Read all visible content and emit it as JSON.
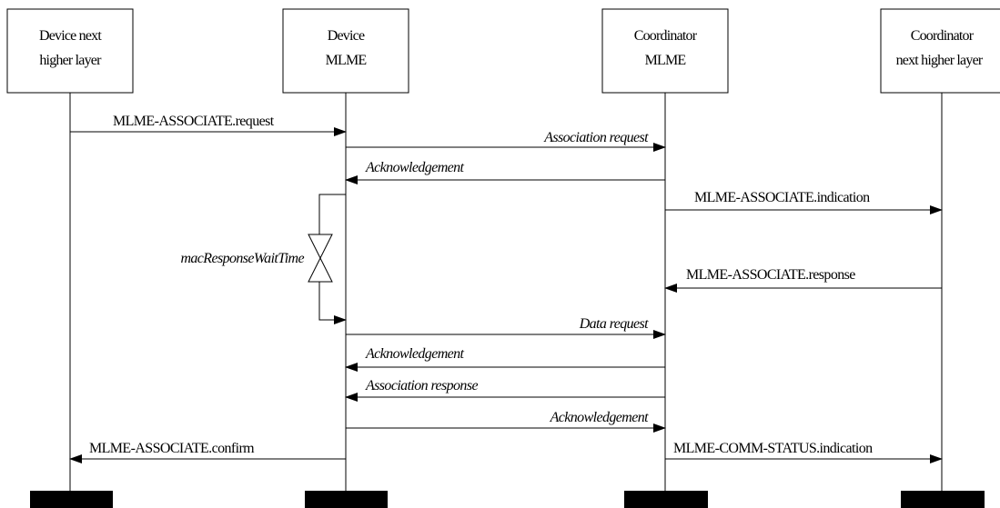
{
  "participants": [
    {
      "line1": "Device next",
      "line2": "higher layer"
    },
    {
      "line1": "Device",
      "line2": "MLME"
    },
    {
      "line1": "Coordinator",
      "line2": "MLME"
    },
    {
      "line1": "Coordinator",
      "line2": "next higher layer"
    }
  ],
  "messages": [
    {
      "text": "MLME-ASSOCIATE.request",
      "italic": false
    },
    {
      "text": "Association request",
      "italic": true
    },
    {
      "text": "Acknowledgement",
      "italic": true
    },
    {
      "text": "MLME-ASSOCIATE.indication",
      "italic": false
    },
    {
      "text": "MLME-ASSOCIATE.response",
      "italic": false
    },
    {
      "text": "Data request",
      "italic": true
    },
    {
      "text": "Acknowledgement",
      "italic": true
    },
    {
      "text": "Association response",
      "italic": true
    },
    {
      "text": "Acknowledgement",
      "italic": true
    },
    {
      "text": "MLME-ASSOCIATE.confirm",
      "italic": false
    },
    {
      "text": "MLME-COMM-STATUS.indication",
      "italic": false
    }
  ],
  "timer": {
    "label": "macResponseWaitTime"
  }
}
